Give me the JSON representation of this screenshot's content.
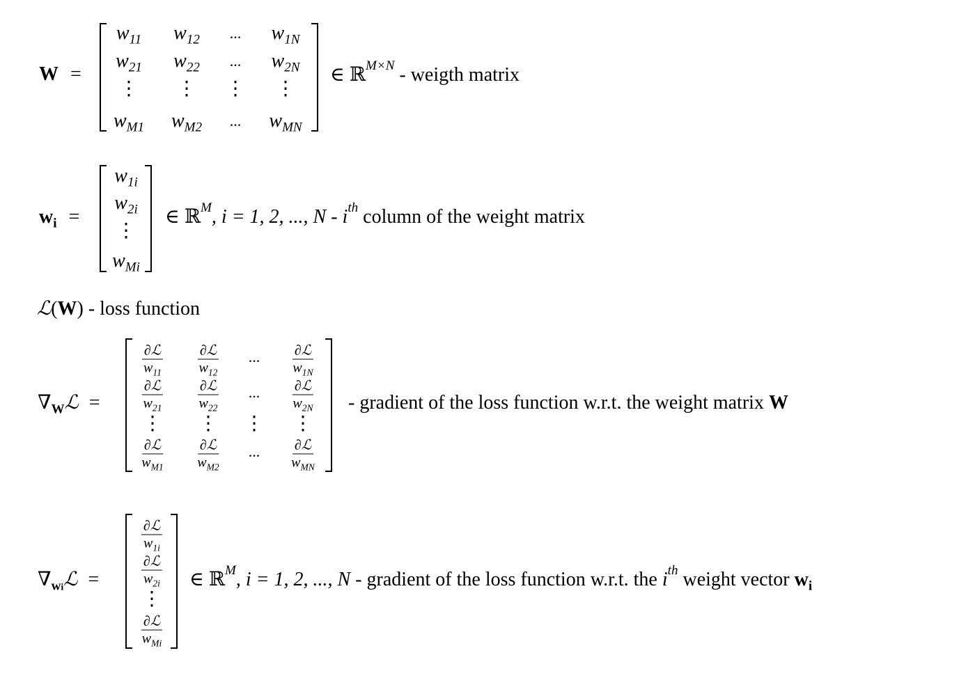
{
  "eq1": {
    "lhs": "W",
    "equals": "=",
    "matrix": [
      [
        {
          "base": "w",
          "sub": "11"
        },
        {
          "base": "w",
          "sub": "12"
        },
        {
          "text": "..."
        },
        {
          "base": "w",
          "sub": "1N"
        }
      ],
      [
        {
          "base": "w",
          "sub": "21"
        },
        {
          "base": "w",
          "sub": "22"
        },
        {
          "text": "..."
        },
        {
          "base": "w",
          "sub": "2N"
        }
      ],
      [
        {
          "text": "⋮"
        },
        {
          "text": "⋮"
        },
        {
          "text": "⋮"
        },
        {
          "text": "⋮"
        }
      ],
      [
        {
          "base": "w",
          "sub": "M1"
        },
        {
          "base": "w",
          "sub": "M2"
        },
        {
          "text": "..."
        },
        {
          "base": "w",
          "sub": "MN"
        }
      ]
    ],
    "in": "∈ ℝ",
    "sup": "M×N",
    "desc": " - weigth matrix"
  },
  "eq2": {
    "lhs": "w",
    "lhs_sub": "i",
    "equals": "=",
    "matrix": [
      [
        {
          "base": "w",
          "sub": "1i"
        }
      ],
      [
        {
          "base": "w",
          "sub": "2i"
        }
      ],
      [
        {
          "text": "⋮"
        }
      ],
      [
        {
          "base": "w",
          "sub": "Mi"
        }
      ]
    ],
    "in": "∈ ℝ",
    "sup": "M",
    "cond": ", i = 1, 2, ..., N",
    "dash": " - ",
    "i": "i",
    "th": "th",
    "desc": " column of the weight matrix"
  },
  "eq3": {
    "L": "ℒ",
    "open": "(",
    "W": "W",
    "close": ")",
    "desc": " - loss function"
  },
  "eq4": {
    "nabla": "∇",
    "sub": "W",
    "L": "ℒ",
    "equals": "=",
    "matrix": [
      [
        {
          "num": "∂ℒ",
          "base": "w",
          "sub": "11"
        },
        {
          "num": "∂ℒ",
          "base": "w",
          "sub": "12"
        },
        {
          "text": "..."
        },
        {
          "num": "∂ℒ",
          "base": "w",
          "sub": "1N"
        }
      ],
      [
        {
          "num": "∂ℒ",
          "base": "w",
          "sub": "21"
        },
        {
          "num": "∂ℒ",
          "base": "w",
          "sub": "22"
        },
        {
          "text": "..."
        },
        {
          "num": "∂ℒ",
          "base": "w",
          "sub": "2N"
        }
      ],
      [
        {
          "text": "⋮"
        },
        {
          "text": "⋮"
        },
        {
          "text": "⋮"
        },
        {
          "text": "⋮"
        }
      ],
      [
        {
          "num": "∂ℒ",
          "base": "w",
          "sub": "M1"
        },
        {
          "num": "∂ℒ",
          "base": "w",
          "sub": "M2"
        },
        {
          "text": "..."
        },
        {
          "num": "∂ℒ",
          "base": "w",
          "sub": "MN"
        }
      ]
    ],
    "desc": "- gradient of the loss function w.r.t. the weight matrix ",
    "W": "W"
  },
  "eq5": {
    "nabla": "∇",
    "sub": "w",
    "subsub": "i",
    "L": "ℒ",
    "equals": "=",
    "matrix": [
      [
        {
          "num": "∂ℒ",
          "base": "w",
          "sub": "1i"
        }
      ],
      [
        {
          "num": "∂ℒ",
          "base": "w",
          "sub": "2i"
        }
      ],
      [
        {
          "text": "⋮"
        }
      ],
      [
        {
          "num": "∂ℒ",
          "base": "w",
          "sub": "Mi"
        }
      ]
    ],
    "in": "∈ ℝ",
    "sup": "M",
    "cond": ", i = 1, 2, ..., N",
    "desc1": " - gradient of the loss function w.r.t. the ",
    "i": "i",
    "th": "th",
    "desc2": " weight vector ",
    "w": "w",
    "wsub": "i"
  }
}
